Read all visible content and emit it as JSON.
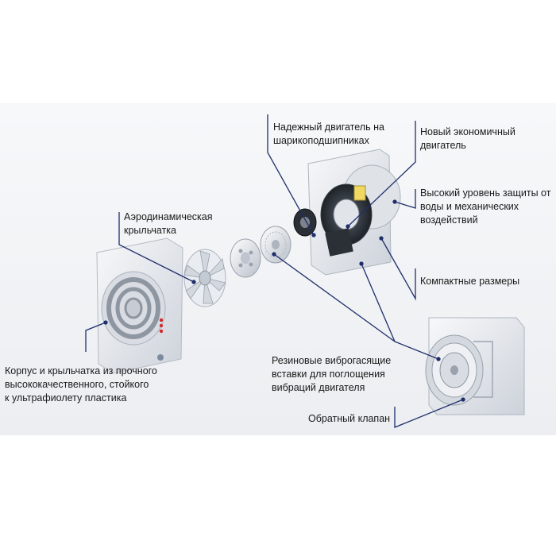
{
  "labels": {
    "motor_bearings": [
      "Надежный двигатель на",
      "шарикоподшипниках"
    ],
    "new_motor": [
      "Новый экономичный",
      "двигатель"
    ],
    "protection": [
      "Высокий уровень защиты от",
      "воды и механических",
      "воздействий"
    ],
    "impeller": [
      "Аэродинамическая",
      "крыльчатка"
    ],
    "compact": [
      "Компактные размеры"
    ],
    "housing": [
      "Корпус и крыльчатка из прочного",
      "высококачественного, стойкого",
      "к ультрафиолету пластика"
    ],
    "rubber": [
      "Резиновые виброгасящие",
      "вставки для поглощения",
      "вибраций двигателя"
    ],
    "valve": [
      "Обратный клапан"
    ]
  },
  "colors": {
    "leader_line": "#1f2f6b",
    "fan_body": "#e6e9ee",
    "indicator_led": "#d12a2a",
    "background_panel": "#eef0f3"
  }
}
